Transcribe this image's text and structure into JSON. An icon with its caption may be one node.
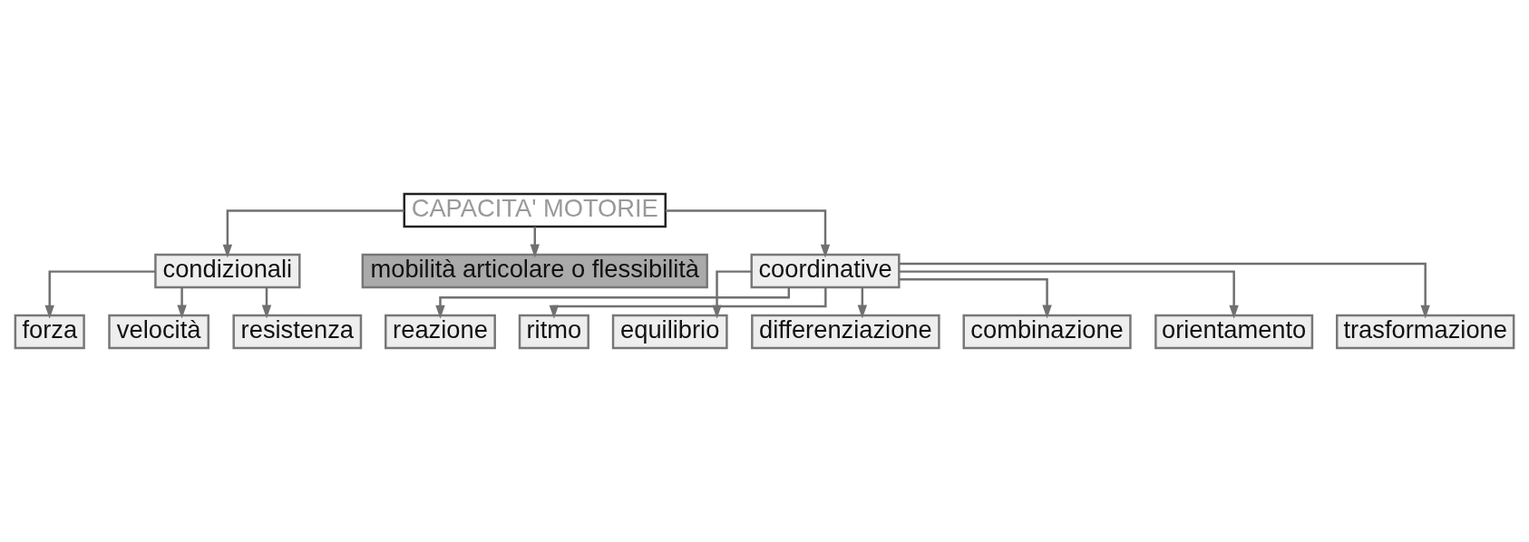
{
  "diagram": {
    "nodes": [
      {
        "text": [
          "CAPACITA' MOTORIE"
        ]
      },
      {
        "text": [
          "condizionali"
        ]
      },
      {
        "text": [
          "mobilità articolare o flessibilità"
        ]
      },
      {
        "text": [
          "coordinative"
        ]
      },
      {
        "text": [
          "forza"
        ]
      },
      {
        "text": [
          "velocità"
        ]
      },
      {
        "text": [
          "resistenza"
        ]
      },
      {
        "text": [
          "reazione"
        ]
      },
      {
        "text": [
          "ritmo"
        ]
      },
      {
        "text": [
          "equilibrio"
        ]
      },
      {
        "text": [
          "differenziazione"
        ]
      },
      {
        "text": [
          "combinazione"
        ]
      },
      {
        "text": [
          "orientamento"
        ]
      },
      {
        "text": [
          "trasformazione"
        ]
      }
    ],
    "edges": [
      {
        "from": 0,
        "to": 1,
        "arrow": "to"
      },
      {
        "from": 0,
        "to": 2,
        "arrow": "to"
      },
      {
        "from": 0,
        "to": 3,
        "arrow": "to"
      },
      {
        "from": 1,
        "to": 4,
        "arrow": "to"
      },
      {
        "from": 1,
        "to": 5,
        "arrow": "to"
      },
      {
        "from": 1,
        "to": 6,
        "arrow": "to"
      },
      {
        "from": 3,
        "to": 7,
        "arrow": "to"
      },
      {
        "from": 3,
        "to": 8,
        "arrow": "to"
      },
      {
        "from": 3,
        "to": 9,
        "arrow": "to"
      },
      {
        "from": 3,
        "to": 10,
        "arrow": "to"
      },
      {
        "from": 3,
        "to": 11,
        "arrow": "to"
      },
      {
        "from": 3,
        "to": 12,
        "arrow": "to"
      },
      {
        "from": 3,
        "to": 13,
        "arrow": "to"
      }
    ]
  }
}
